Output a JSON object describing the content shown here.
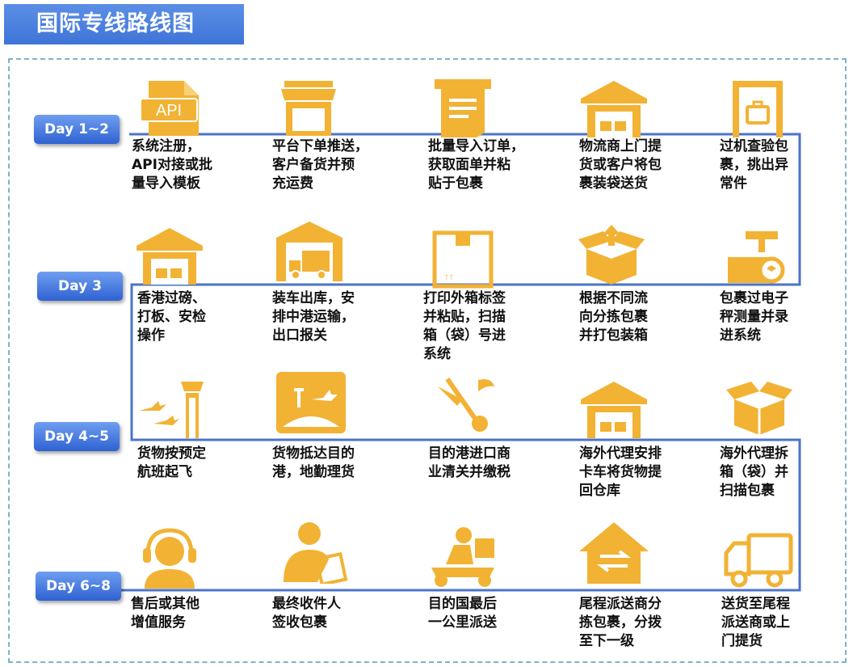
{
  "title": "国际专线路线图",
  "colors": {
    "accent": "#F2B233",
    "route": "#4A73C9",
    "title_bg": "#4A7FE0"
  },
  "days": [
    "Day 1~2",
    "Day 3",
    "Day 4~5",
    "Day 6~8"
  ],
  "rows": [
    {
      "steps": [
        {
          "icon": "api-file-icon",
          "label": "系统注册，\nAPI对接或批\n量导入模板"
        },
        {
          "icon": "storefront-icon",
          "label": "平台下单推送，\n客户备货并预\n充运费"
        },
        {
          "icon": "printer-label-icon",
          "label": "批量导入订单，\n获取面单并粘\n贴于包裹"
        },
        {
          "icon": "warehouse-icon",
          "label": "物流商上门提\n货或客户将包\n裹装袋送货"
        },
        {
          "icon": "xray-scanner-icon",
          "label": "过机查验包\n裹，挑出异\n常件"
        }
      ]
    },
    {
      "steps": [
        {
          "icon": "warehouse-icon",
          "label": "香港过磅、\n打板、安检\n操作"
        },
        {
          "icon": "truck-garage-icon",
          "label": "装车出库，安\n排中港运输，\n出口报关"
        },
        {
          "icon": "carton-box-icon",
          "label": "打印外箱标签\n并粘贴，扫描\n箱（袋）号进\n系统"
        },
        {
          "icon": "sorting-box-icon",
          "label": "根据不同流\n向分拣包裹\n并打包装箱"
        },
        {
          "icon": "scale-icon",
          "label": "包裹过电子\n秤测量并录\n进系统"
        }
      ]
    },
    {
      "steps": [
        {
          "icon": "airport-tower-icon",
          "label": "货物按预定\n航班起飞"
        },
        {
          "icon": "airport-arrival-icon",
          "label": "货物抵达目的\n港，地勤理货"
        },
        {
          "icon": "customs-caduceus-icon",
          "label": "目的港进口商\n业清关并缴税"
        },
        {
          "icon": "warehouse-icon",
          "label": "海外代理安排\n卡车将货物提\n回仓库"
        },
        {
          "icon": "open-box-icon",
          "label": "海外代理拆\n箱（袋）并\n扫描包裹"
        }
      ]
    },
    {
      "steps": [
        {
          "icon": "headset-agent-icon",
          "label": "售后或其他\n增值服务"
        },
        {
          "icon": "person-signing-icon",
          "label": "最终收件人\n签收包裹"
        },
        {
          "icon": "delivery-scooter-icon",
          "label": "目的国最后\n一公里派送"
        },
        {
          "icon": "sorting-house-icon",
          "label": "尾程派送商分\n拣包裹，分拨\n至下一级"
        },
        {
          "icon": "delivery-truck-icon",
          "label": "送货至尾程\n派送商或上\n门提货"
        }
      ]
    }
  ]
}
